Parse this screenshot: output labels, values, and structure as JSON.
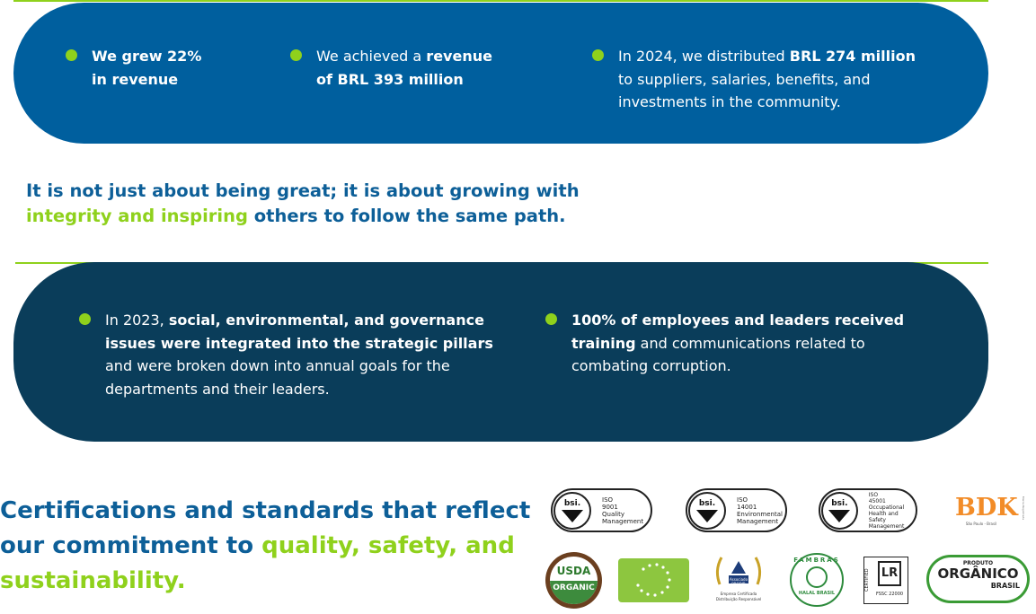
{
  "top_band": {
    "item1": {
      "bold": "We grew 22%",
      "bold2": "in revenue"
    },
    "item2": {
      "pre": "We achieved a ",
      "bold": "revenue",
      "bold2": "of BRL 393 million"
    },
    "item3": {
      "pre": "In 2024, we distributed ",
      "bold": "BRL 274 million",
      "line2": "to suppliers, salaries, benefits, and",
      "line3": "investments in the community."
    }
  },
  "quote": {
    "line1": "It is not just about being great; it is about growing with",
    "green": "integrity and inspiring",
    "rest": " others to follow the same path."
  },
  "mid_band": {
    "item1": {
      "pre": "In 2023, ",
      "bold": "social, environmental, and governance",
      "bold2": "issues were integrated into the strategic pillars",
      "line3": "and were broken down into annual goals for the",
      "line4": "departments and their leaders."
    },
    "item2": {
      "bold": "100% of employees and leaders received",
      "bold2": "training",
      "rest": " and communications related to",
      "line3": "combating corruption."
    }
  },
  "certifications": {
    "line1": "Certifications and standards that reflect",
    "line2_pre": "our commitment to ",
    "line2_green": "quality, safety, and",
    "line3_green": "sustainability."
  },
  "logos": {
    "bsi_9001": {
      "brand": "bsi.",
      "lines": [
        "ISO",
        "9001",
        "Quality",
        "Management"
      ]
    },
    "bsi_14001": {
      "brand": "bsi.",
      "lines": [
        "ISO",
        "14001",
        "Environmental",
        "Management"
      ]
    },
    "bsi_45001": {
      "brand": "bsi.",
      "lines": [
        "ISO",
        "45001",
        "Occupational",
        "Health and Safety",
        "Management"
      ]
    },
    "bdk": {
      "name": "BDK",
      "sub": "São Paulo - Brasil",
      "mark": "Marca Registrada"
    },
    "usda": {
      "top": "USDA",
      "bottom": "ORGANIC"
    },
    "abras": {
      "line1": "Associado",
      "line2": "PRODIR",
      "line3": "Empresa Certificada",
      "line4": "Distribuição Responsável"
    },
    "fambras": {
      "top": "FAMBRAS",
      "bottom": "HALAL BRASIL"
    },
    "lr": {
      "top": "CERTIFIED",
      "mark": "LR",
      "bottom": "FSSC 22000"
    },
    "organico": {
      "top": "PRODUTO",
      "main": "ORGÂNICO",
      "bottom": "BRASIL"
    }
  },
  "colors": {
    "primary": "#0d5f98",
    "dark": "#0a3d5a",
    "accent": "#8fd11c"
  }
}
